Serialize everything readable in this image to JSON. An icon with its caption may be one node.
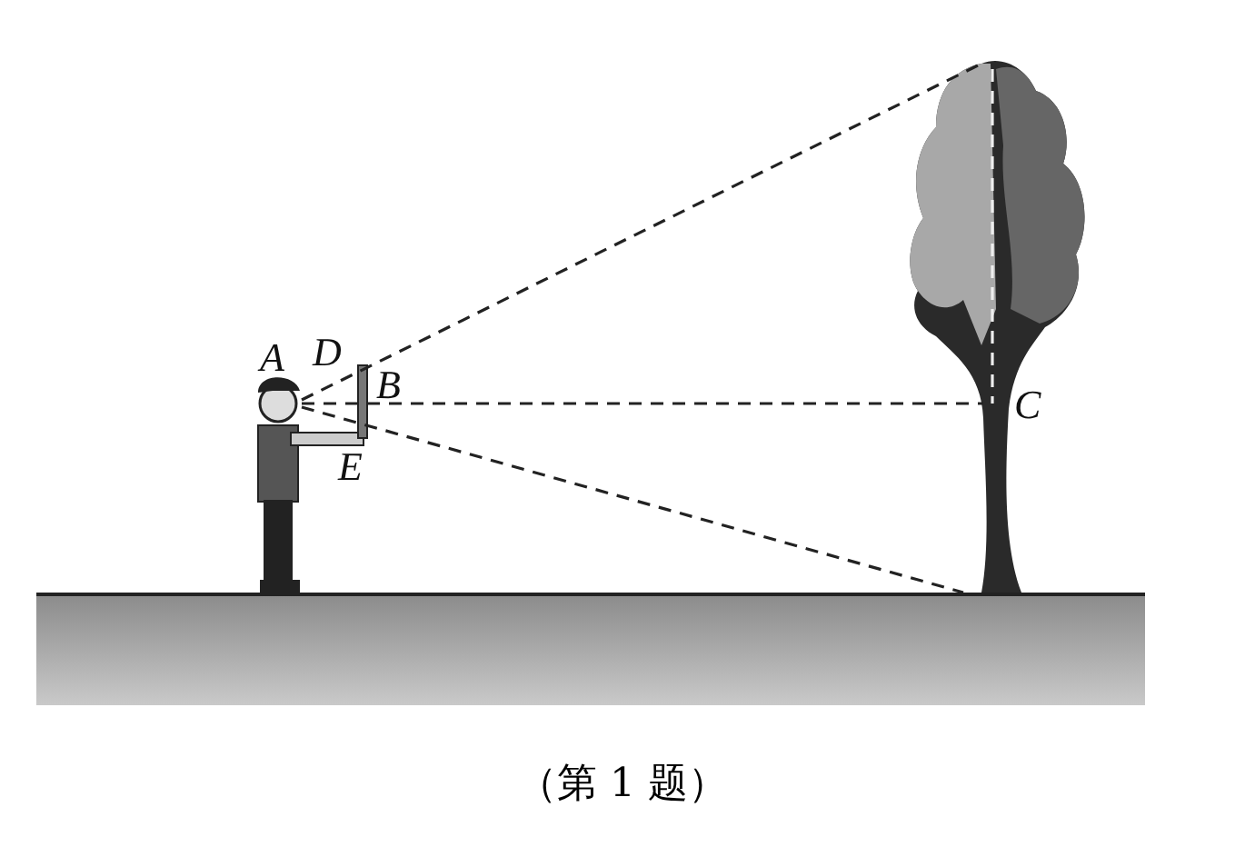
{
  "diagram": {
    "caption": "（第 1 题）",
    "labels": [
      "A",
      "D",
      "B",
      "C",
      "E"
    ]
  }
}
